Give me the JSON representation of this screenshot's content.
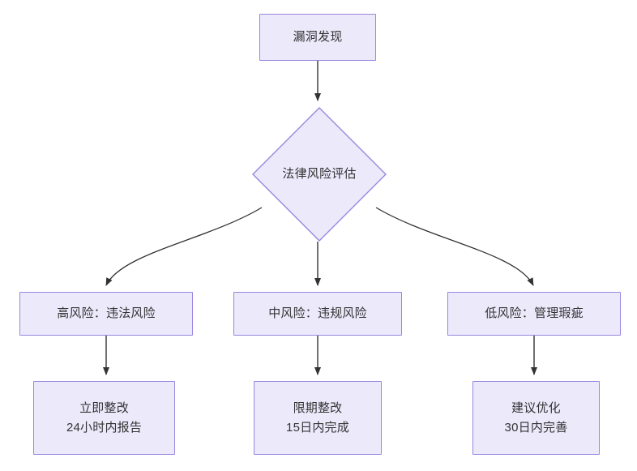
{
  "diagram": {
    "type": "flowchart",
    "direction": "top-down",
    "colors": {
      "node_fill": "#ece9fb",
      "node_border": "#9a86e0",
      "text": "#333333",
      "edge": "#333333",
      "background": "#ffffff"
    },
    "nodes": [
      {
        "id": "start",
        "shape": "rectangle",
        "label": "漏洞发现"
      },
      {
        "id": "assess",
        "shape": "diamond",
        "label": "法律风险评估"
      },
      {
        "id": "high",
        "shape": "rectangle",
        "label": "高风险：违法风险"
      },
      {
        "id": "mid",
        "shape": "rectangle",
        "label": "中风险：违规风险"
      },
      {
        "id": "low",
        "shape": "rectangle",
        "label": "低风险：管理瑕疵"
      },
      {
        "id": "high_act",
        "shape": "rectangle",
        "label": "立即整改\n24小时内报告"
      },
      {
        "id": "mid_act",
        "shape": "rectangle",
        "label": "限期整改\n15日内完成"
      },
      {
        "id": "low_act",
        "shape": "rectangle",
        "label": "建议优化\n30日内完善"
      }
    ],
    "edges": [
      {
        "from": "start",
        "to": "assess",
        "style": "straight",
        "label": ""
      },
      {
        "from": "assess",
        "to": "high",
        "style": "curved",
        "label": ""
      },
      {
        "from": "assess",
        "to": "mid",
        "style": "straight",
        "label": ""
      },
      {
        "from": "assess",
        "to": "low",
        "style": "curved",
        "label": ""
      },
      {
        "from": "high",
        "to": "high_act",
        "style": "straight",
        "label": ""
      },
      {
        "from": "mid",
        "to": "mid_act",
        "style": "straight",
        "label": ""
      },
      {
        "from": "low",
        "to": "low_act",
        "style": "straight",
        "label": ""
      }
    ]
  }
}
